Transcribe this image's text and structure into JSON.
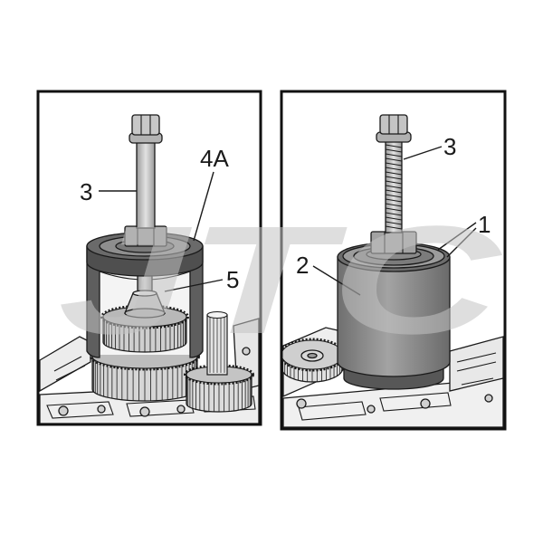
{
  "watermark": "JTC",
  "left_panel": {
    "callouts": [
      "3",
      "4A",
      "5"
    ]
  },
  "right_panel": {
    "callouts": [
      "3",
      "1",
      "2"
    ]
  }
}
